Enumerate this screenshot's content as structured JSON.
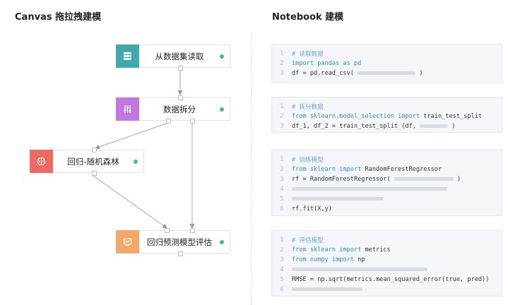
{
  "canvas": {
    "title": "Canvas 拖拉拽建模",
    "nodes": [
      {
        "id": "read",
        "label": "从数据集读取",
        "icon": "database-icon",
        "icon_color": "#3fa9ad"
      },
      {
        "id": "split",
        "label": "数据拆分",
        "icon": "sliders-icon",
        "icon_color": "#c078e0"
      },
      {
        "id": "rf",
        "label": "回归-随机森林",
        "icon": "brain-icon",
        "icon_color": "#ec6a62"
      },
      {
        "id": "eval",
        "label": "回归预测模型评估",
        "icon": "chart-icon",
        "icon_color": "#f3a869"
      }
    ],
    "status_color": "#3fbf8a"
  },
  "notebook": {
    "title": "Notebook 建模",
    "blocks": [
      {
        "lines": [
          {
            "num": "1",
            "tokens": [
              {
                "t": "# 读取数据",
                "c": "comment"
              }
            ]
          },
          {
            "num": "2",
            "tokens": [
              {
                "t": "import ",
                "c": "kw"
              },
              {
                "t": "pandas ",
                "c": "kw"
              },
              {
                "t": "as ",
                "c": "kw"
              },
              {
                "t": "pd",
                "c": "kw"
              }
            ]
          },
          {
            "num": "3",
            "tokens": [
              {
                "t": "df = pd.read_csv( ",
                "c": "text"
              },
              {
                "ph": 82
              },
              {
                "t": " )",
                "c": "text"
              }
            ]
          }
        ]
      },
      {
        "lines": [
          {
            "num": "1",
            "tokens": [
              {
                "t": "# 拆分数据",
                "c": "comment"
              }
            ]
          },
          {
            "num": "2",
            "tokens": [
              {
                "t": "from ",
                "c": "kw"
              },
              {
                "t": "sklearn.model_selection ",
                "c": "kw"
              },
              {
                "t": "import ",
                "c": "kw"
              },
              {
                "t": "train_test_split",
                "c": "text"
              }
            ]
          },
          {
            "num": "3",
            "tokens": [
              {
                "t": "df_1, df_2 = train_test_split (df, ",
                "c": "text"
              },
              {
                "ph": 40
              },
              {
                "t": " )",
                "c": "text"
              }
            ]
          }
        ]
      },
      {
        "lines": [
          {
            "num": "1",
            "tokens": [
              {
                "t": "# 训练模型",
                "c": "comment"
              }
            ]
          },
          {
            "num": "2",
            "tokens": [
              {
                "t": "from ",
                "c": "kw"
              },
              {
                "t": "sklearn ",
                "c": "kw"
              },
              {
                "t": "import ",
                "c": "kw"
              },
              {
                "t": "RandomForestRegressor",
                "c": "text"
              }
            ]
          },
          {
            "num": "3",
            "tokens": [
              {
                "t": "rf = RandomForestRegressor( ",
                "c": "text"
              },
              {
                "ph": 84
              },
              {
                "t": " )",
                "c": "text"
              }
            ]
          },
          {
            "num": "4",
            "tokens": [
              {
                "ph": 220
              }
            ]
          },
          {
            "num": "5",
            "tokens": [
              {
                "ph": 130
              }
            ]
          },
          {
            "num": "6",
            "tokens": [
              {
                "t": "rf.fit(X,y)",
                "c": "text"
              }
            ]
          }
        ]
      },
      {
        "lines": [
          {
            "num": "1",
            "tokens": [
              {
                "t": "# 评估模型",
                "c": "comment"
              }
            ]
          },
          {
            "num": "2",
            "tokens": [
              {
                "t": "from ",
                "c": "kw"
              },
              {
                "t": "sklearn ",
                "c": "kw"
              },
              {
                "t": "import ",
                "c": "kw"
              },
              {
                "t": "metrics",
                "c": "text"
              }
            ]
          },
          {
            "num": "3",
            "tokens": [
              {
                "t": "from ",
                "c": "kw"
              },
              {
                "t": "numpy ",
                "c": "kw"
              },
              {
                "t": "import ",
                "c": "kw"
              },
              {
                "t": "np",
                "c": "text"
              }
            ]
          },
          {
            "num": "4",
            "tokens": [
              {
                "ph": 192
              }
            ]
          },
          {
            "num": "5",
            "tokens": [
              {
                "t": "RMSE = np.sqrt(metrics.mean_squared_error(true, pred))",
                "c": "text"
              }
            ]
          },
          {
            "num": "6",
            "tokens": [
              {
                "ph": 100
              }
            ]
          }
        ]
      }
    ]
  }
}
